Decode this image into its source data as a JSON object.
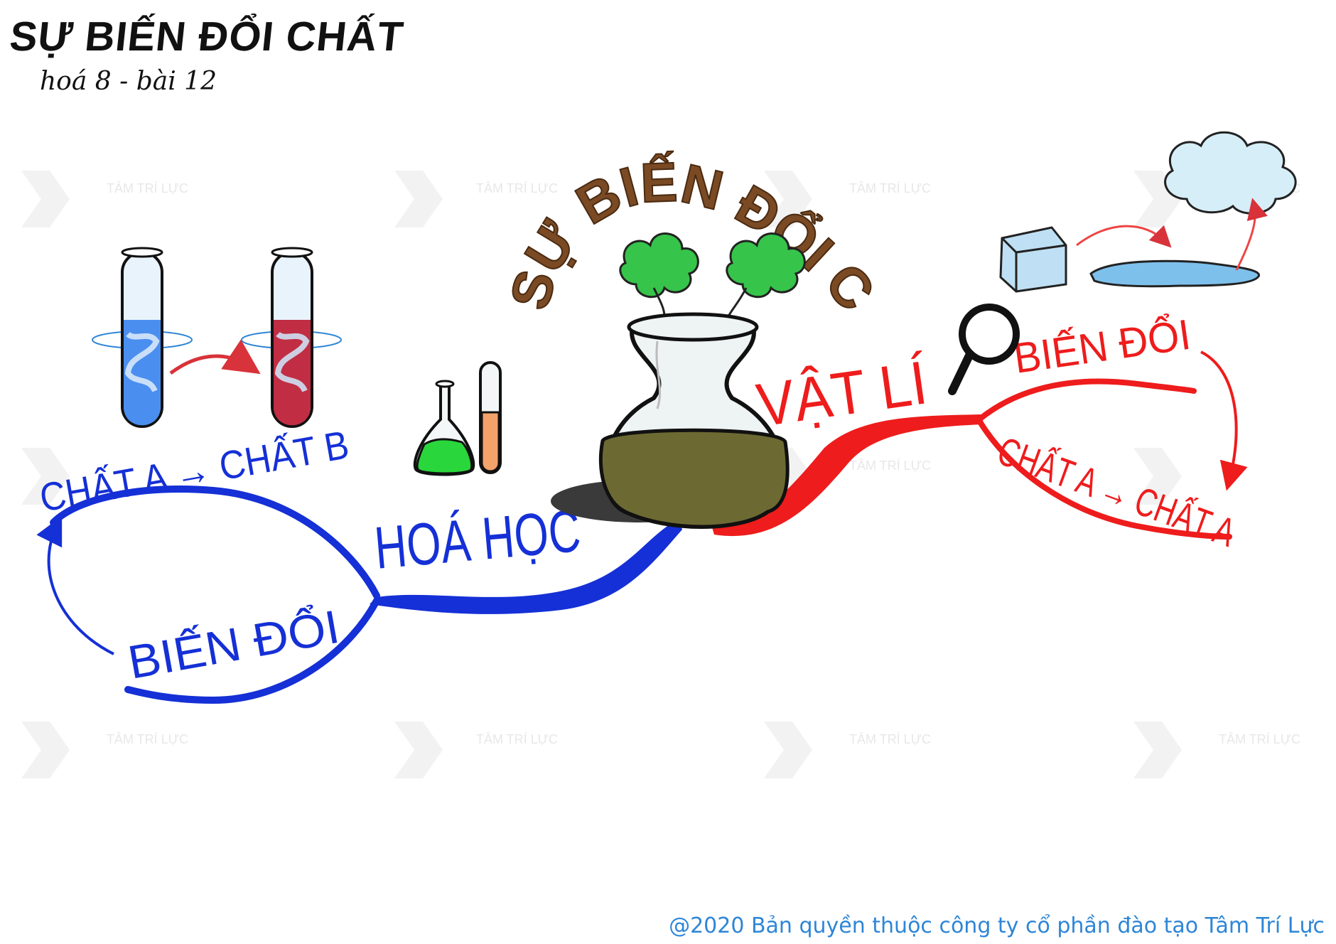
{
  "header": {
    "title": "SỰ BIẾN ĐỔI CHẤT",
    "subtitle": "hoá 8 - bài 12"
  },
  "center": {
    "title": "SỰ BIẾN ĐỔI CHẤT"
  },
  "branches": {
    "chemical": {
      "label": "HOÁ HỌC",
      "sub1": "CHẤT A → CHẤT B",
      "sub2": "BIẾN ĐỔI",
      "color": "#1530d6"
    },
    "physical": {
      "label": "VẬT LÍ",
      "sub1": "BIẾN ĐỔI",
      "sub2": "CHẤT A → CHẤT A",
      "color": "#ee1c1c"
    }
  },
  "watermark": {
    "text": "TÂM TRÍ LỰC"
  },
  "footer": {
    "copyright": "@2020 Bản quyền thuộc công ty cổ phần đào tạo Tâm Trí Lực"
  },
  "icons": [
    "test-tube-icon",
    "flask-icon",
    "beaker-icon",
    "magnifier-icon",
    "ice-cube-icon",
    "puddle-icon",
    "cloud-icon",
    "smoke-icon"
  ]
}
